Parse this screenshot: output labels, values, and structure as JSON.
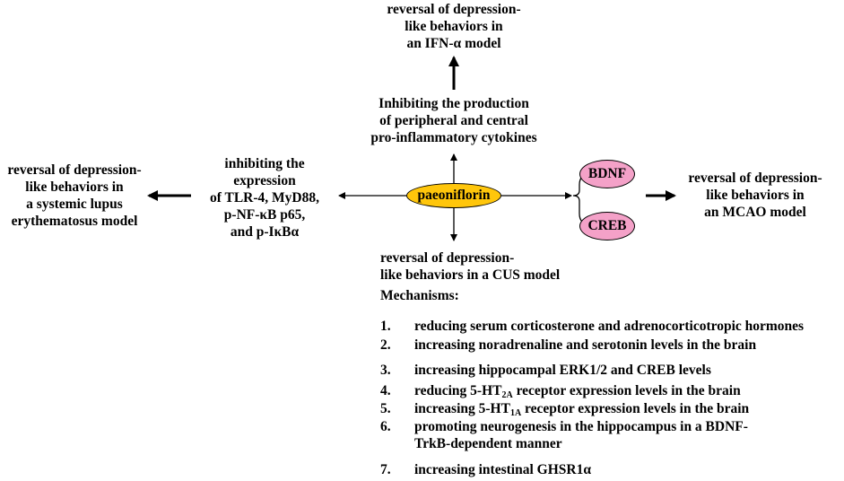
{
  "center": {
    "label": "paeoniflorin",
    "fill": "#FFC60B"
  },
  "bdnf": {
    "label": "BDNF",
    "fill": "#F4A1C8"
  },
  "creb": {
    "label": "CREB",
    "fill": "#F4A1C8"
  },
  "top_outcome": [
    "reversal of depression-",
    "like behaviors in",
    "an IFN-α model"
  ],
  "top_mechanism": [
    "Inhibiting the production",
    "of peripheral and central",
    "pro-inflammatory cytokines"
  ],
  "left_mechanism": [
    "inhibiting the",
    "expression",
    "of TLR-4, MyD88,",
    "p-NF-κB p65,",
    "and p-IκBα"
  ],
  "left_outcome": [
    "reversal of depression-",
    "like behaviors in",
    "a systemic lupus",
    "erythematosus model"
  ],
  "right_outcome": [
    "reversal of depression-",
    "like behaviors in",
    "an MCAO model"
  ],
  "bottom_outcome": [
    "reversal of depression-",
    "like behaviors in a CUS model"
  ],
  "mechanisms_title": "Mechanisms:",
  "mechanisms": [
    {
      "num": "1.",
      "text": "reducing serum corticosterone and adrenocorticotropic hormones"
    },
    {
      "num": "2.",
      "text": "increasing noradrenaline and serotonin levels in the brain"
    },
    {
      "num": "3.",
      "text": "increasing  hippocampal ERK1/2 and CREB levels"
    },
    {
      "num": "4.",
      "pre": "reducing 5-HT",
      "sub": "2A",
      "post": " receptor expression levels in the brain"
    },
    {
      "num": "5.",
      "pre": "increasing  5-HT",
      "sub": "1A",
      "post": " receptor expression levels in the brain"
    },
    {
      "num": "6.",
      "text": "promoting neurogenesis in the hippocampus in a BDNF-",
      "text2": "TrkB-dependent manner"
    },
    {
      "num": "7.",
      "text": "increasing intestinal GHSR1α"
    }
  ]
}
